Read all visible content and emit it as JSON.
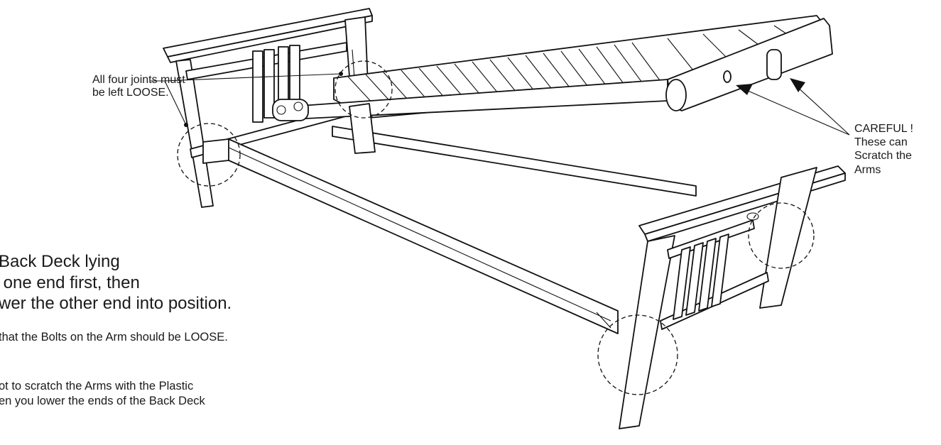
{
  "callouts": {
    "joints": "All four joints must\nbe left LOOSE.",
    "careful": "CAREFUL !\nThese can\nScratch the\nArms"
  },
  "instructions": {
    "main": "Back Deck lying\n one end first, then\nwer the other end into position.",
    "bolts_note": "that the Bolts on the Arm should be LOOSE.",
    "scratch_note": "ot to scratch the Arms with the Plastic\nen you lower the ends of the Back Deck"
  }
}
